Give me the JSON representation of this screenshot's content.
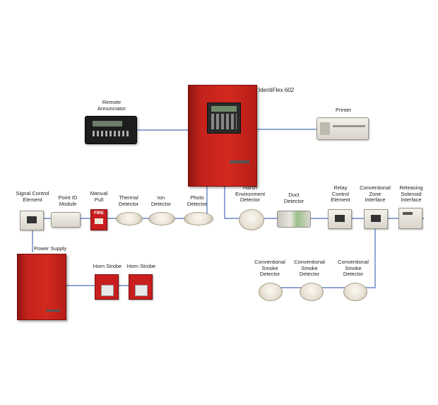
{
  "labels": {
    "main_panel": "IdentiFlex 602",
    "remote_annunciator": "Remote\nAnnunciator",
    "printer": "Printer",
    "signal_control": "Signal Control\nElement",
    "point_id": "Point ID\nModule",
    "manual_pull": "Manual\nPull",
    "thermal": "Thermal\nDetector",
    "ion": "Ion\nDetector",
    "photo": "Photo\nDetector",
    "harsh": "Harsh\nEnvironment\nDetector",
    "duct": "Duct\nDetector",
    "relay": "Relay\nControl\nElement",
    "conv_zone": "Conventional\nZone\nInterface",
    "releasing": "Releasing\nSolenoid\nInterface",
    "power_supply": "Power Supply",
    "horn_strobe_1": "Horn Strobe",
    "horn_strobe_2": "Horn Strobe",
    "conv_smoke_1": "Conventional\nSmoke\nDetector",
    "conv_smoke_2": "Conventional\nSmoke\nDetector",
    "conv_smoke_3": "Conventional\nSmoke\nDetector"
  },
  "device_text": {
    "fire": "FIRE"
  },
  "colors": {
    "wire": "#4a6fb5",
    "panel_red": "#c8241d"
  }
}
